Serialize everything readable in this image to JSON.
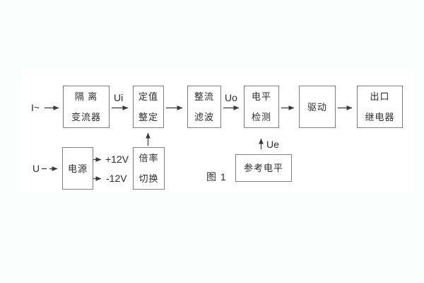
{
  "figure": {
    "caption": "图 1",
    "type": "block-diagram",
    "colors": {
      "line": "#3a3a3a",
      "box_border": "#7d7d7d",
      "text": "#2d2d2d",
      "canvas_bg": "#ffffff",
      "page_bg": "#fcfdfd"
    }
  },
  "blocks": {
    "isolation": {
      "line1": "隔 离",
      "line2": "变流器"
    },
    "setting": {
      "line1": "定值",
      "line2": "整定"
    },
    "rectifier": {
      "line1": "整流",
      "line2": "滤波"
    },
    "level": {
      "line1": "电平",
      "line2": "检测"
    },
    "drive": {
      "line1": "驱动"
    },
    "output": {
      "line1": "出口",
      "line2": "继电器"
    },
    "power": {
      "line1": "电源"
    },
    "ratio": {
      "line1": "倍率",
      "line2": "切换"
    },
    "reference": {
      "line1": "参考电平"
    }
  },
  "signals": {
    "input_current": "I~",
    "input_voltage": "U",
    "ui": "Ui",
    "uo": "Uo",
    "ue": "Ue",
    "plus_12v": "+12V",
    "minus_12v": "-12V"
  }
}
